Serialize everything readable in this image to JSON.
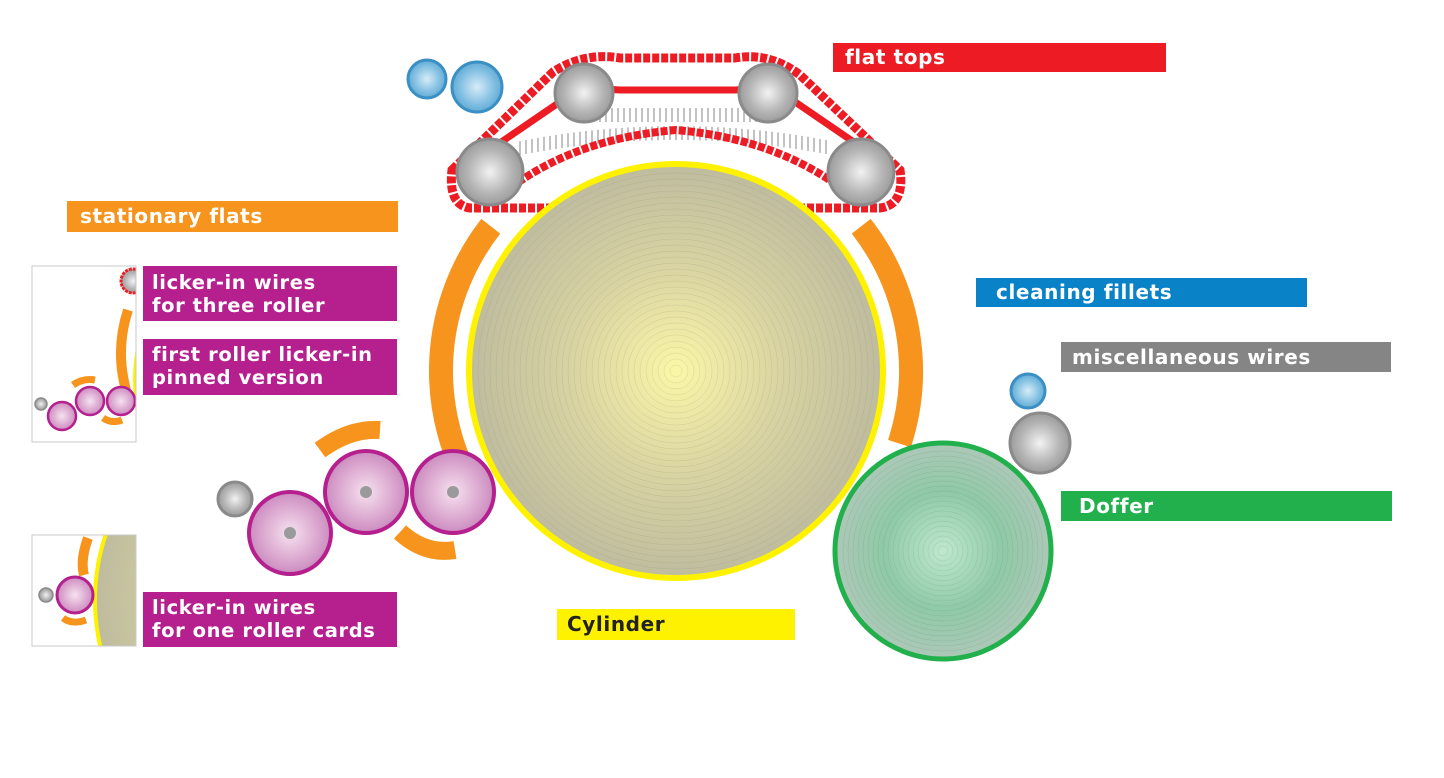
{
  "labels": {
    "flat_tops": "flat tops",
    "stationary_flats": "stationary flats",
    "cleaning_fillets": "cleaning fillets",
    "miscellaneous_wires": "miscellaneous wires",
    "doffer": "Doffer",
    "cylinder": "Cylinder",
    "three_roller": {
      "line1": "licker-in wires",
      "line2": "for three roller"
    },
    "first_roller": {
      "line1": "first roller licker-in",
      "line2": "pinned version"
    },
    "one_roller": {
      "line1": "licker-in wires",
      "line2": "for one roller cards"
    }
  },
  "colors": {
    "flat_tops": "#ed1c24",
    "stationary_flats": "#f7941d",
    "cleaning_fillets": "#0a82c8",
    "miscellaneous_wires": "#858585",
    "doffer": "#21b04b",
    "cylinder": "#fff200",
    "licker_in": "#b51f8e"
  }
}
